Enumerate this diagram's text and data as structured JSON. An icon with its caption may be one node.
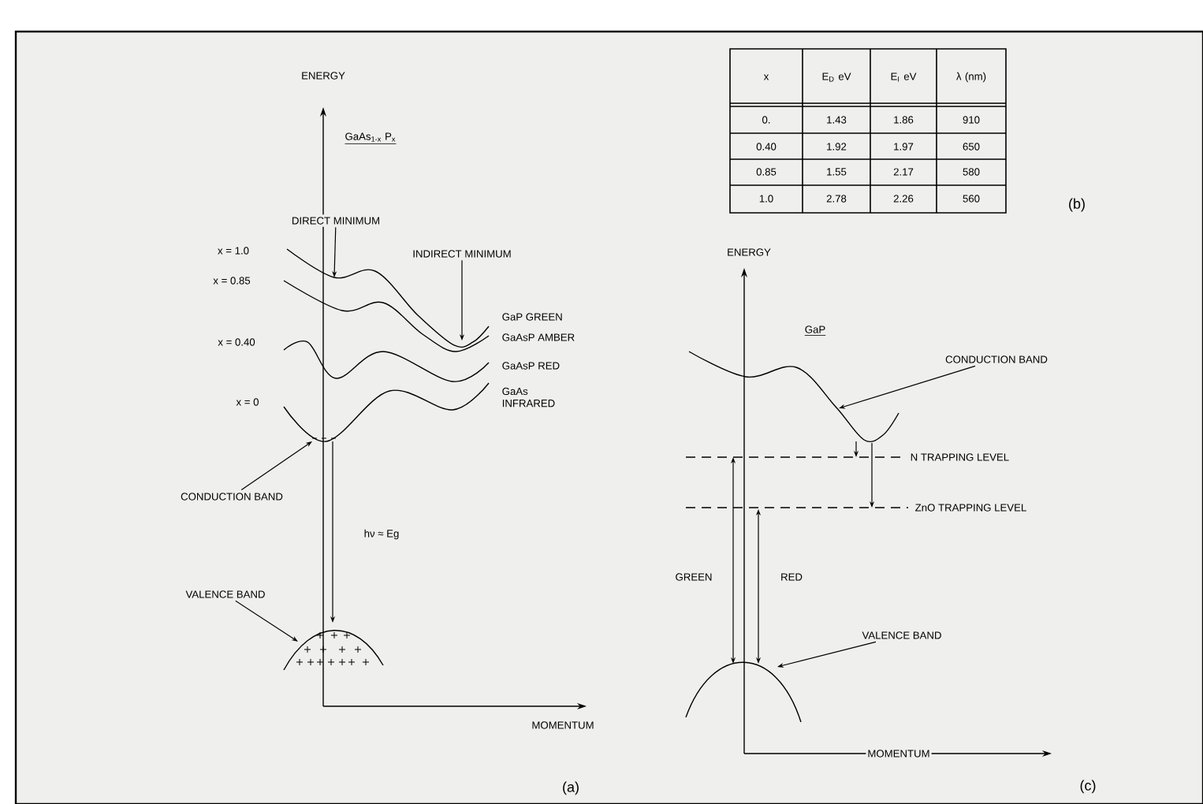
{
  "diagram": {
    "nodes": [
      {
        "text": [
          "DIRECT MINIMUM"
        ]
      },
      {
        "text": [
          "INDIRECT MINIMUM"
        ]
      },
      {
        "text": [
          "CONDUCTION BAND"
        ]
      },
      {
        "text": [
          "VALENCE BAND"
        ]
      },
      {
        "text": [
          "CONDUCTION BAND"
        ]
      },
      {
        "text": [
          "VALENCE BAND"
        ]
      },
      {
        "text": [],
        "shape": "curve"
      },
      {
        "text": [],
        "shape": "curve"
      },
      {
        "text": [],
        "shape": "curve"
      },
      {
        "text": [],
        "shape": "curve"
      },
      {
        "text": [],
        "shape": "curve"
      },
      {
        "text": [],
        "shape": "curve"
      },
      {
        "text": [],
        "shape": "curve"
      },
      {
        "text": [],
        "shape": "line",
        "beside": [
          "N TRAPPING LEVEL"
        ]
      },
      {
        "text": [],
        "shape": "line",
        "beside": [
          "ZnO TRAPPING LEVEL"
        ]
      }
    ],
    "edges": [
      {
        "from": 0,
        "to": 6,
        "arrow": "to"
      },
      {
        "from": 1,
        "to": 6,
        "arrow": "to"
      },
      {
        "from": 2,
        "to": 9,
        "arrow": "to"
      },
      {
        "from": 3,
        "to": 10,
        "arrow": "to"
      },
      {
        "from": 4,
        "to": 11,
        "arrow": "to"
      },
      {
        "from": 5,
        "to": 12,
        "arrow": "to"
      },
      {
        "from": 9,
        "to": 10,
        "arrow": "to",
        "label": "hν ≈ Eg"
      },
      {
        "from": 11,
        "to": 13,
        "arrow": "to"
      },
      {
        "from": 11,
        "to": 14,
        "arrow": "to"
      },
      {
        "from": 13,
        "to": 12,
        "arrow": "both",
        "label": "GREEN"
      },
      {
        "from": 14,
        "to": 12,
        "arrow": "both",
        "label": "RED"
      }
    ],
    "labels": [
      "ENERGY",
      "GaAs$_{1-x}$ P$_{x}$",
      "x = 1.0",
      "x = 0.85",
      "x = 0.40",
      "x = 0",
      "GaP GREEN",
      "GaAsP AMBER",
      "GaAsP RED",
      "GaAs INFRARED",
      "MOMENTUM",
      "(a)",
      "x",
      "E$_{D}$ eV",
      "E$_{I}$ eV",
      "λ (nm)",
      "0.",
      "1.43",
      "1.86",
      "910",
      "0.40",
      "1.92",
      "1.97",
      "650",
      "0.85",
      "1.55",
      "2.17",
      "580",
      "1.0",
      "2.78",
      "2.26",
      "560",
      "(b)",
      "ENERGY",
      "GaP",
      "MOMENTUM",
      "(c)"
    ]
  }
}
